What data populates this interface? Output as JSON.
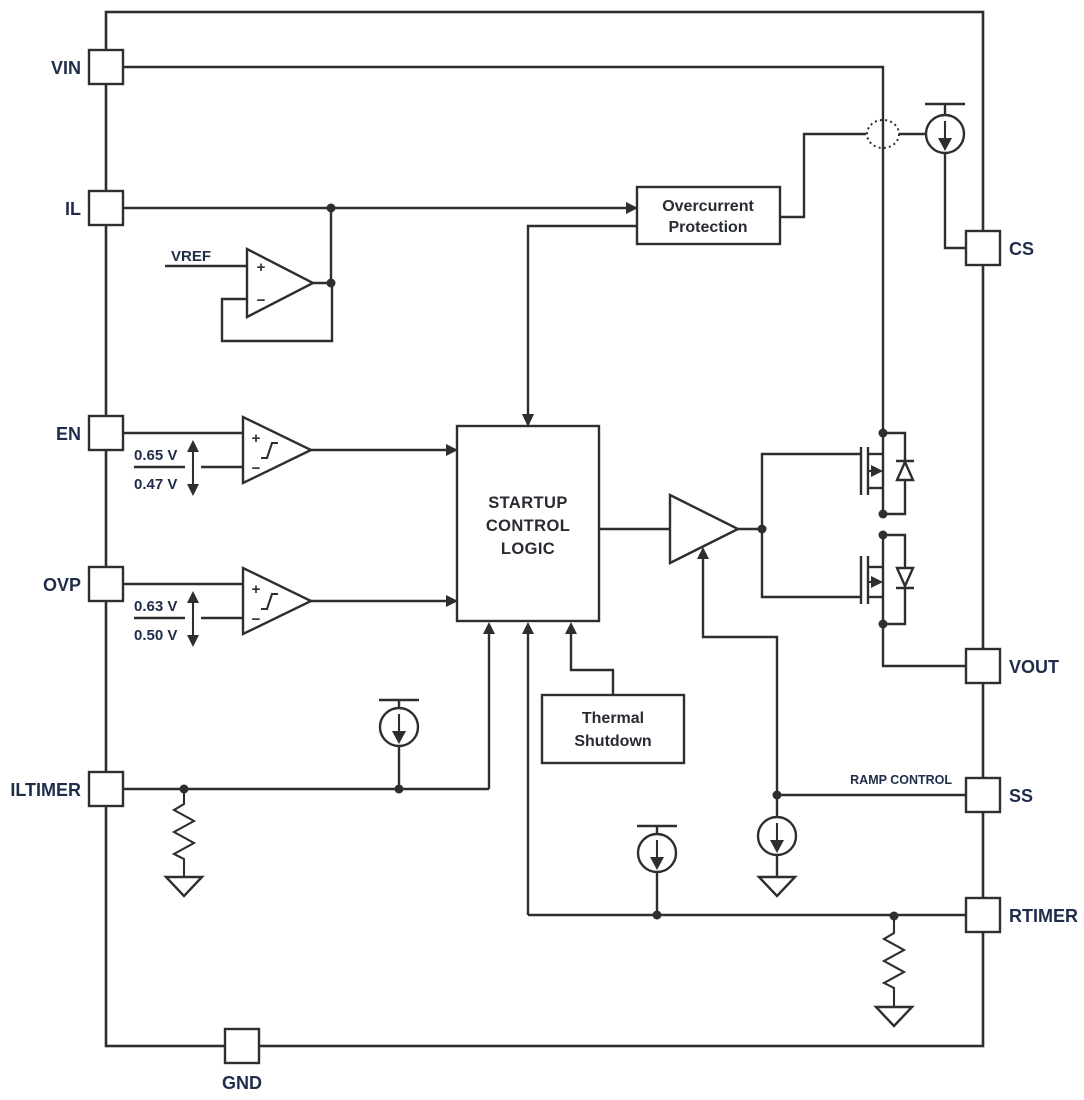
{
  "diagram_type": "ic-functional-block-diagram",
  "pins": {
    "vin": "VIN",
    "il": "IL",
    "en": "EN",
    "ovp": "OVP",
    "iltimer": "ILTIMER",
    "gnd": "GND",
    "cs": "CS",
    "vout": "VOUT",
    "ss": "SS",
    "rtimer": "RTIMER"
  },
  "blocks": {
    "overcurrent": {
      "line1": "Overcurrent",
      "line2": "Protection"
    },
    "startup": {
      "line1": "STARTUP",
      "line2": "CONTROL",
      "line3": "LOGIC"
    },
    "thermal": {
      "line1": "Thermal",
      "line2": "Shutdown"
    }
  },
  "labels": {
    "vref": "VREF",
    "ramp_control": "RAMP CONTROL",
    "plus": "+",
    "minus": "−"
  },
  "thresholds": {
    "en": {
      "rising": "0.65 V",
      "falling": "0.47 V"
    },
    "ovp": {
      "rising": "0.63 V",
      "falling": "0.50 V"
    }
  },
  "colors": {
    "line": "#2e2e2e",
    "pin_text": "#1f2c4a",
    "block_text": "#282b31",
    "background": "#ffffff"
  }
}
